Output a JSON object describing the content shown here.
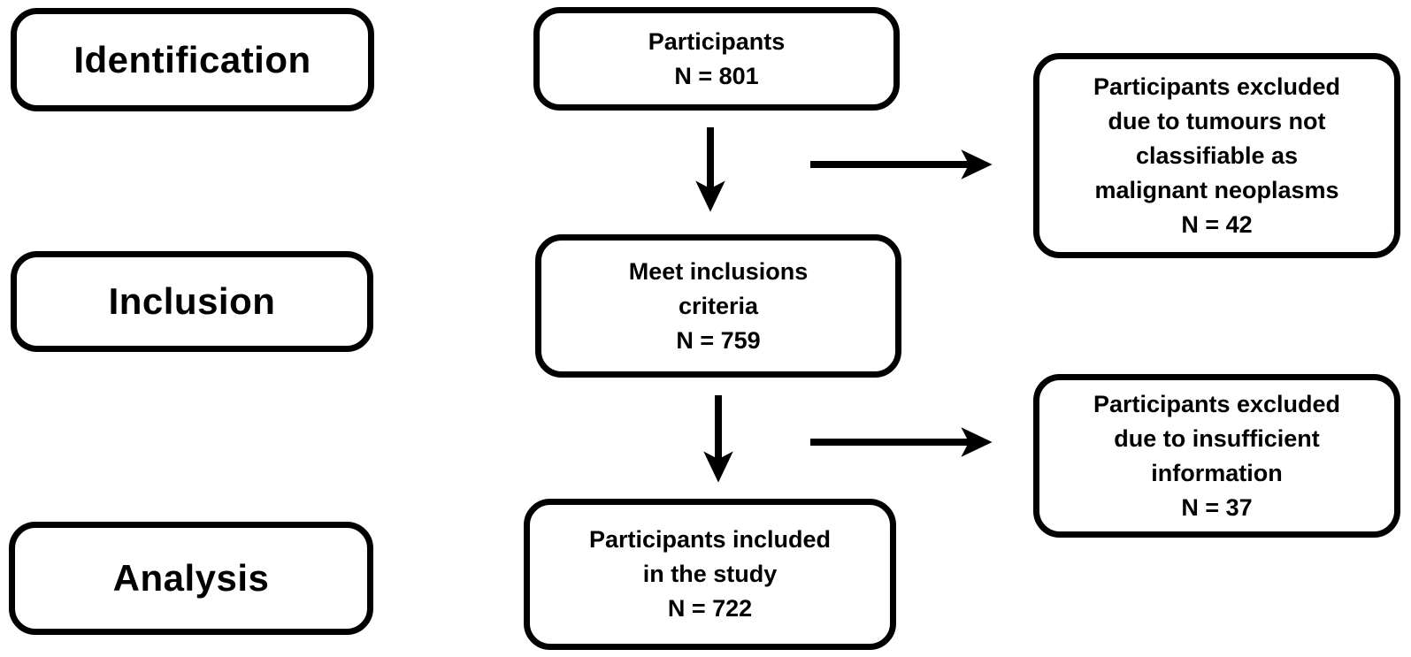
{
  "colors": {
    "background": "#ffffff",
    "box_fill": "#ffffff",
    "box_border": "#000000",
    "text": "#000000",
    "arrow": "#000000"
  },
  "stages": [
    {
      "label": "Identification"
    },
    {
      "label": "Inclusion"
    },
    {
      "label": "Analysis"
    }
  ],
  "flow": [
    {
      "lines": [
        "Participants"
      ],
      "n": "N = 801"
    },
    {
      "lines": [
        "Meet inclusions",
        "criteria"
      ],
      "n": "N = 759"
    },
    {
      "lines": [
        "Participants included",
        "in the study"
      ],
      "n": "N = 722"
    }
  ],
  "exclusions": [
    {
      "lines": [
        "Participants excluded",
        "due to tumours not",
        "classifiable as",
        "malignant neoplasms"
      ],
      "n": "N = 42"
    },
    {
      "lines": [
        "Participants excluded",
        "due to insufficient",
        "information"
      ],
      "n": "N = 37"
    }
  ]
}
